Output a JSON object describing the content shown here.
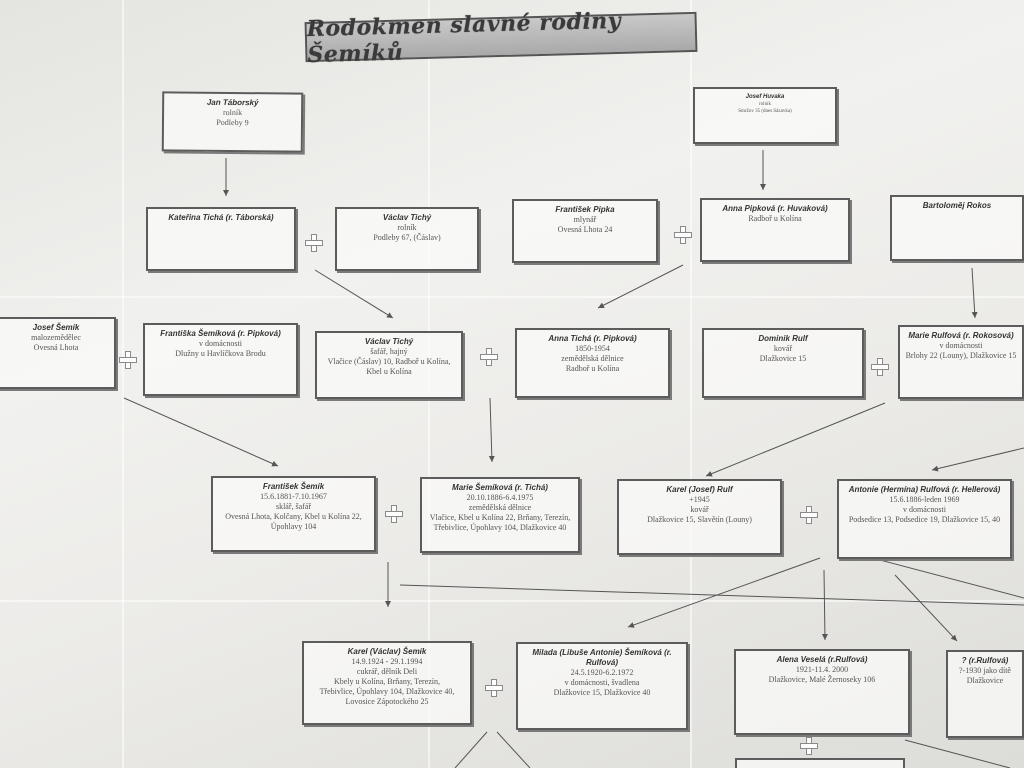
{
  "title": "Rodokmen slavné rodiny Šemíků",
  "people": {
    "jan_taborsky": {
      "name": "Jan Táborský",
      "info": "rolník\nPodleby 9"
    },
    "josef_huvaka": {
      "name": "Josef Huvaka",
      "info": "rolník\nSmržov 35 (dnes Sázavka)"
    },
    "katerina_ticha": {
      "name": "Kateřina Tichá (r. Táborská)",
      "info": ""
    },
    "vaclav_tichy_sr": {
      "name": "Václav Tichý",
      "info": "rolník\nPodleby 67, (Čáslav)"
    },
    "frantisek_pipka": {
      "name": "František Pipka",
      "info": "mlynář\nOvesná Lhota 24"
    },
    "anna_pipkova_h": {
      "name": "Anna Pipková (r. Huvaková)",
      "info": "Radboř u Kolína"
    },
    "bartolomej_rokos": {
      "name": "Bartoloměj Rokos",
      "info": ""
    },
    "josef_semik": {
      "name": "Josef Šemík",
      "info": "malozemědělec\nOvesná Lhota"
    },
    "frantiska_semikova": {
      "name": "Františka Šemíková (r. Pipková)",
      "info": "v domácnosti\nDlužny u Havlíčkova Brodu"
    },
    "vaclav_tichy_jr": {
      "name": "Václav Tichý",
      "info": "šafář, hajný\nVlačice (Čáslav) 10, Radboř u Kolína, Kbel u Kolína"
    },
    "anna_ticha": {
      "name": "Anna Tichá (r. Pipková)",
      "info": "1850-1954\nzemědělská dělnice\nRadboř u Kolína"
    },
    "dominik_rulf": {
      "name": "Dominik Rulf",
      "info": "kovář\nDlažkovice 15"
    },
    "marie_rulfova": {
      "name": "Marie Rulfová (r. Rokosová)",
      "info": "v domácnosti\nBrlohy 22 (Louny), Dlažkovice 15"
    },
    "frantisek_semik": {
      "name": "František Šemík",
      "info": "15.6.1881-7.10.1967\nsklář, šafář\nOvesná Lhota, Kolčany, Kbel u Kolína 22, Úpohlavy 104"
    },
    "marie_semikova": {
      "name": "Marie Šemíková (r. Tichá)",
      "info": "20.10.1886-6.4.1975\nzemědělská dělnice\nVlačice, Kbel u Kolína 22, Brňany, Terezín, Třebivlice, Úpohlavy 104, Dlažkovice 40"
    },
    "karel_rulf": {
      "name": "Karel (Josef) Rulf",
      "info": "+1945\nkovář\nDlažkovice 15, Slavětín (Louny)"
    },
    "antonie_rulfova": {
      "name": "Antonie (Hermína) Rulfová (r. Hellerová)",
      "info": "15.6.1886-leden 1969\nv domácnosti\nPodsedice 13, Podsedice 19, Dlažkovice 15, 40"
    },
    "karel_vaclav_semik": {
      "name": "Karel (Václav) Šemík",
      "info": "14.9.1924 - 29.1.1994\ncukrář, dělník Deli\nKbely u Kolína, Brňany, Terezín,\nTřebivlice, Úpohlavy 104, Dlažkovice 40,\nLovosice Zápotockého 25"
    },
    "milada_semikova": {
      "name": "Milada (Libuše Antonie) Šemíková (r. Rulfová)",
      "info": "24.5.1920-6.2.1972\nv domácnosti, švadlena\nDlažkovice 15, Dlažkovice 40"
    },
    "alena_vesela": {
      "name": "Alena Veselá (r.Rulfová)",
      "info": "1921-11.4. 2000\nDlažkovice, Malé Žernoseky 106"
    },
    "unknown_rulfova": {
      "name": "? (r.Rulfová)",
      "info": "?-1930 jako dítě\nDlažkovice"
    }
  }
}
